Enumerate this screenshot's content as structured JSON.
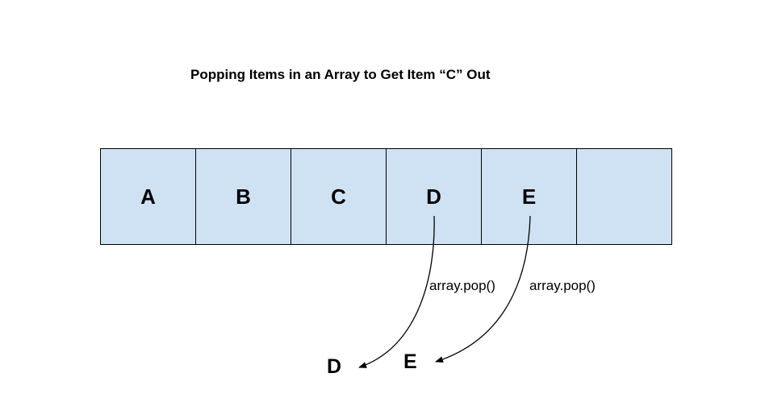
{
  "diagram": {
    "title": "Popping Items in an Array to Get Item “C” Out",
    "cells": [
      "A",
      "B",
      "C",
      "D",
      "E",
      ""
    ],
    "operations": [
      {
        "label": "array.pop()",
        "result": "D"
      },
      {
        "label": "array.pop()",
        "result": "E"
      }
    ]
  }
}
